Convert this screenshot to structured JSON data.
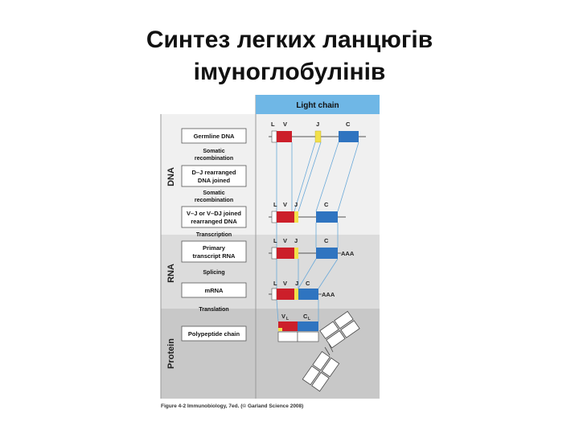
{
  "title": {
    "line1": "Синтез легких ланцюгів",
    "line2": "імуноглобулінів"
  },
  "figure": {
    "header": "Light chain",
    "sections": [
      "DNA",
      "RNA",
      "Protein"
    ],
    "steps": {
      "germline": "Germline DNA",
      "somatic1_a": "Somatic",
      "somatic1_b": "recombination",
      "dj_a": "D–J rearranged",
      "dj_b": "DNA joined",
      "somatic2_a": "Somatic",
      "somatic2_b": "recombination",
      "vj_a": "V–J or V–DJ joined",
      "vj_b": "rearranged DNA",
      "transcription": "Transcription",
      "primary_a": "Primary",
      "primary_b": "transcript RNA",
      "splicing": "Splicing",
      "mrna": "mRNA",
      "translation": "Translation",
      "polypeptide": "Polypeptide chain"
    },
    "segments": {
      "L": "L",
      "V": "V",
      "J": "J",
      "C": "C",
      "VL": "V",
      "CL": "C",
      "sub": "L"
    },
    "polyA": "AAA",
    "caption": "Figure 4-2 Immunobiology, 7ed. (© Garland Science 2008)"
  },
  "colors": {
    "v": "#cc1f2a",
    "j": "#f2e04a",
    "c": "#2f74c0",
    "header": "#6fb7e6",
    "dna_bg": "#f0f0f0",
    "rna_bg": "#dcdcdc",
    "protein_bg": "#c8c8c8"
  }
}
